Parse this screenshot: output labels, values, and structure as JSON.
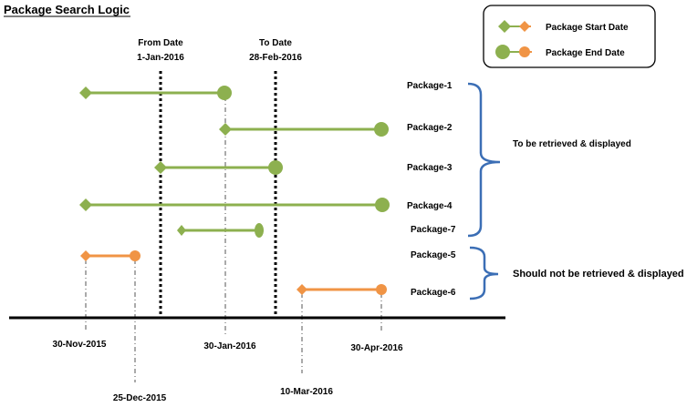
{
  "title": "Package Search Logic",
  "legend": {
    "start_label": "Package Start Date",
    "end_label": "Package End Date",
    "green": "#8db04f",
    "green_dark": "#7a9e3f",
    "orange": "#f09445",
    "orange_dark": "#e07f2c"
  },
  "range": {
    "from_label": "From Date",
    "from_date": "1-Jan-2016",
    "to_label": "To Date",
    "to_date": "28-Feb-2016"
  },
  "packages": [
    {
      "name": "Package-1",
      "start": "2015-11-30",
      "end": "2016-01-30",
      "color": "green"
    },
    {
      "name": "Package-2",
      "start": "2016-01-30",
      "end": "2016-04-30",
      "color": "green"
    },
    {
      "name": "Package-3",
      "start": "2016-01-01",
      "end": "2016-02-28",
      "color": "green"
    },
    {
      "name": "Package-4",
      "start": "2015-11-30",
      "end": "2016-04-30",
      "color": "green"
    },
    {
      "name": "Package-7",
      "start": "2016-01-10",
      "end": "2016-02-25",
      "color": "green"
    },
    {
      "name": "Package-5",
      "start": "2015-11-30",
      "end": "2015-12-25",
      "color": "orange"
    },
    {
      "name": "Package-6",
      "start": "2016-03-10",
      "end": "2016-04-30",
      "color": "orange"
    }
  ],
  "axis_dates": [
    "30-Nov-2015",
    "25-Dec-2015",
    "30-Jan-2016",
    "10-Mar-2016",
    "30-Apr-2016"
  ],
  "groups": {
    "retrieved_label": "To be retrieved & displayed",
    "not_retrieved_label": "Should not be retrieved & displayed",
    "bracket_color": "#3b6eb5"
  }
}
